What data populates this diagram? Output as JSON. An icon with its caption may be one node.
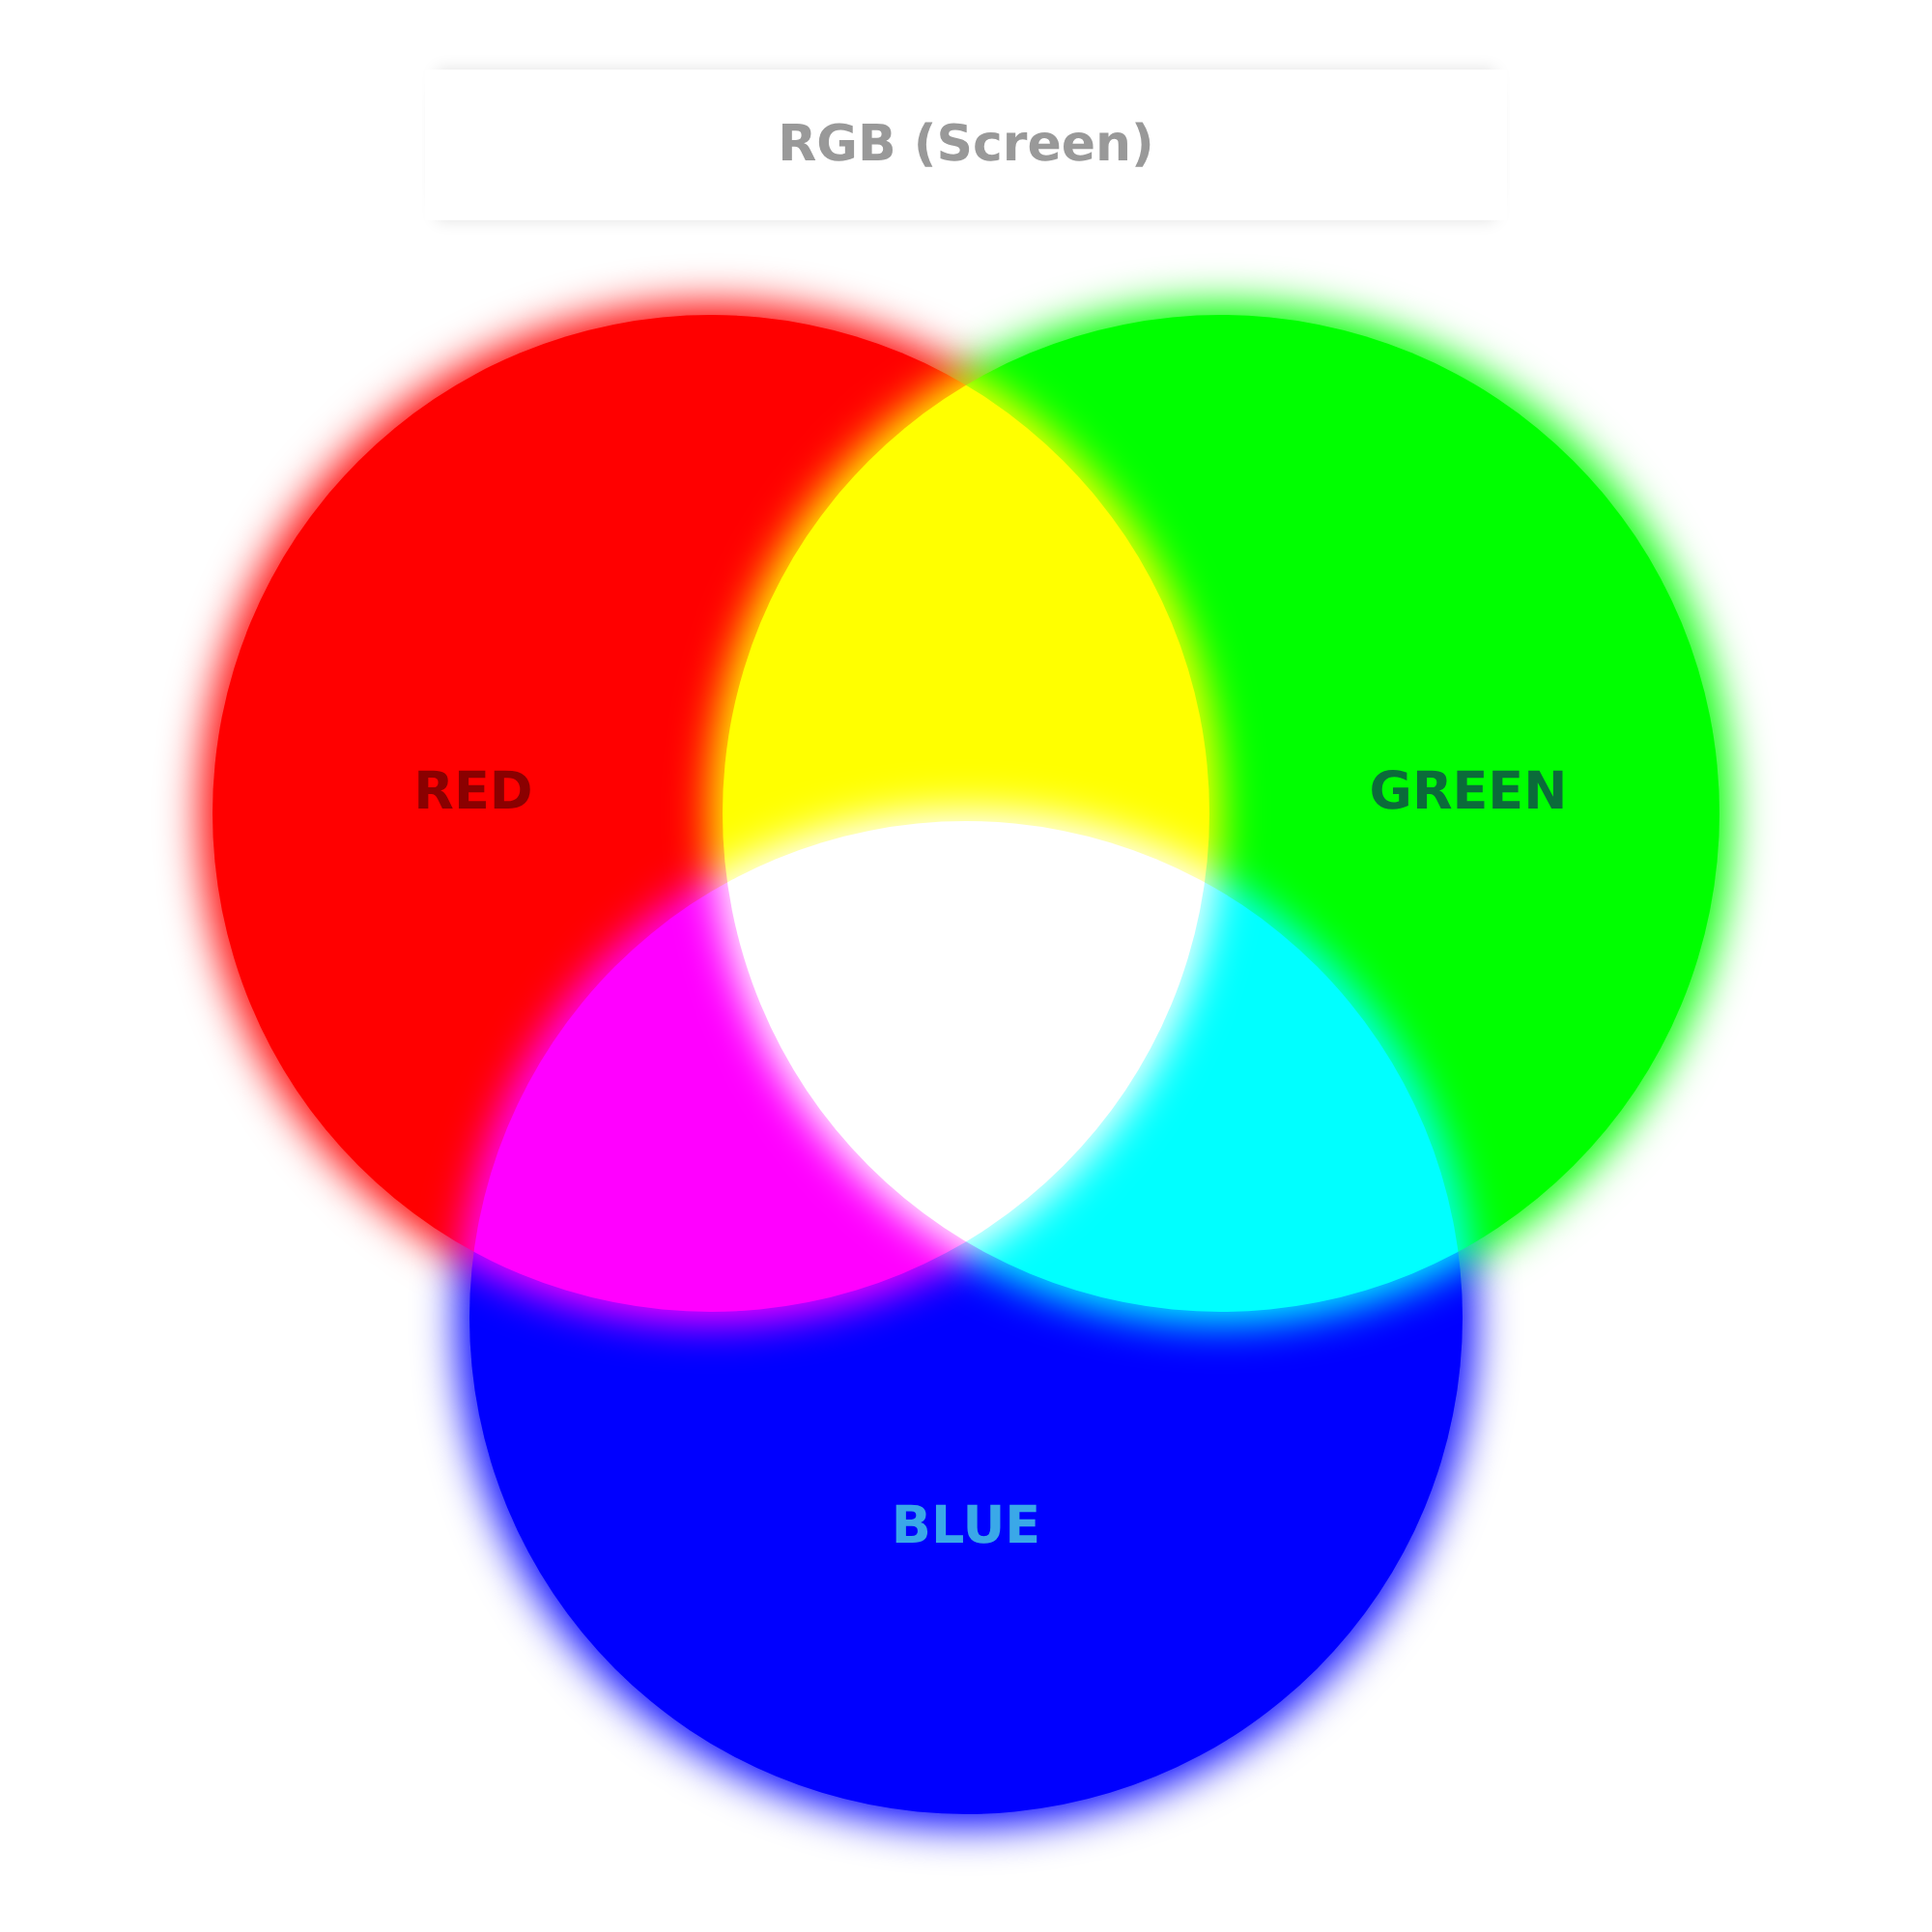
{
  "diagram": {
    "title": "RGB (Screen)",
    "nodes": [
      {
        "text": [
          "RED"
        ]
      },
      {
        "text": [
          "GREEN"
        ]
      },
      {
        "text": [
          "BLUE"
        ]
      }
    ]
  }
}
